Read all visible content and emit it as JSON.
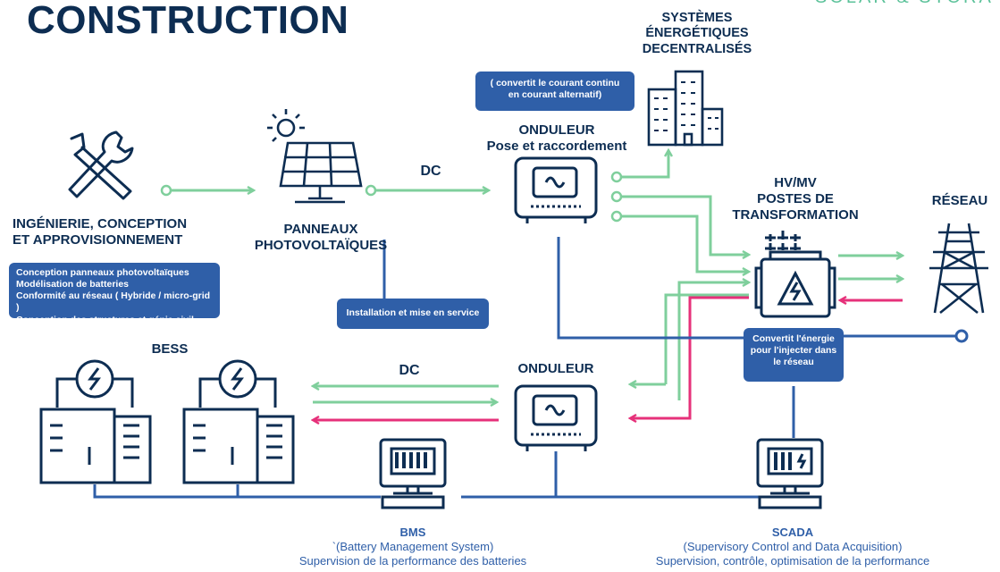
{
  "header": {
    "title": "CONSTRUCTION",
    "brand": "SOLAR & STORA"
  },
  "nodes": {
    "engineering": {
      "title_line1": "INGÉNIERIE, CONCEPTION",
      "title_line2": "ET APPROVISIONNEMENT"
    },
    "panels": {
      "line1": "PANNEAUX",
      "line2": "PHOTOVOLTAÏQUES"
    },
    "systems": {
      "line1": "SYSTÈMES",
      "line2": "ÉNERGÉTIQUES",
      "line3": "DECENTRALISÉS"
    },
    "inverter_top": {
      "line1": "ONDULEUR",
      "line2": "Pose et raccordement"
    },
    "substation": {
      "line1": "HV/MV",
      "line2": "POSTES DE",
      "line3": "TRANSFORMATION"
    },
    "grid": {
      "label": "RÉSEAU"
    },
    "bess": {
      "label": "BESS"
    },
    "inverter_bottom": {
      "label": "ONDULEUR"
    },
    "bms": {
      "title": "BMS",
      "line1": "`(Battery Management System)",
      "line2": "Supervision de la performance des batteries"
    },
    "scada": {
      "title": "SCADA",
      "line1": "(Supervisory Control and Data Acquisition)",
      "line2": "Supervision, contrôle, optimisation de la performance"
    }
  },
  "boxes": {
    "inverter_note": {
      "line1": "( convertit le courant continu",
      "line2": "en courant alternatif)"
    },
    "engineering_list": [
      "Conception panneaux photovoltaïques",
      "Modélisation de batteries",
      "Conformité au réseau ( Hybride / micro-grid )",
      "Conception des structures et génie civil"
    ],
    "installation": "Installation et mise en service",
    "substation_note": {
      "line1": "Convertit l'énergie",
      "line2": "pour l'injecter dans",
      "line3": "le réseau"
    }
  },
  "flows": {
    "dc_top": "DC",
    "dc_bottom": "DC"
  },
  "colors": {
    "navy": "#0d2d52",
    "blue": "#2f5fa8",
    "green": "#7fcf9c",
    "pink": "#e6317a"
  }
}
